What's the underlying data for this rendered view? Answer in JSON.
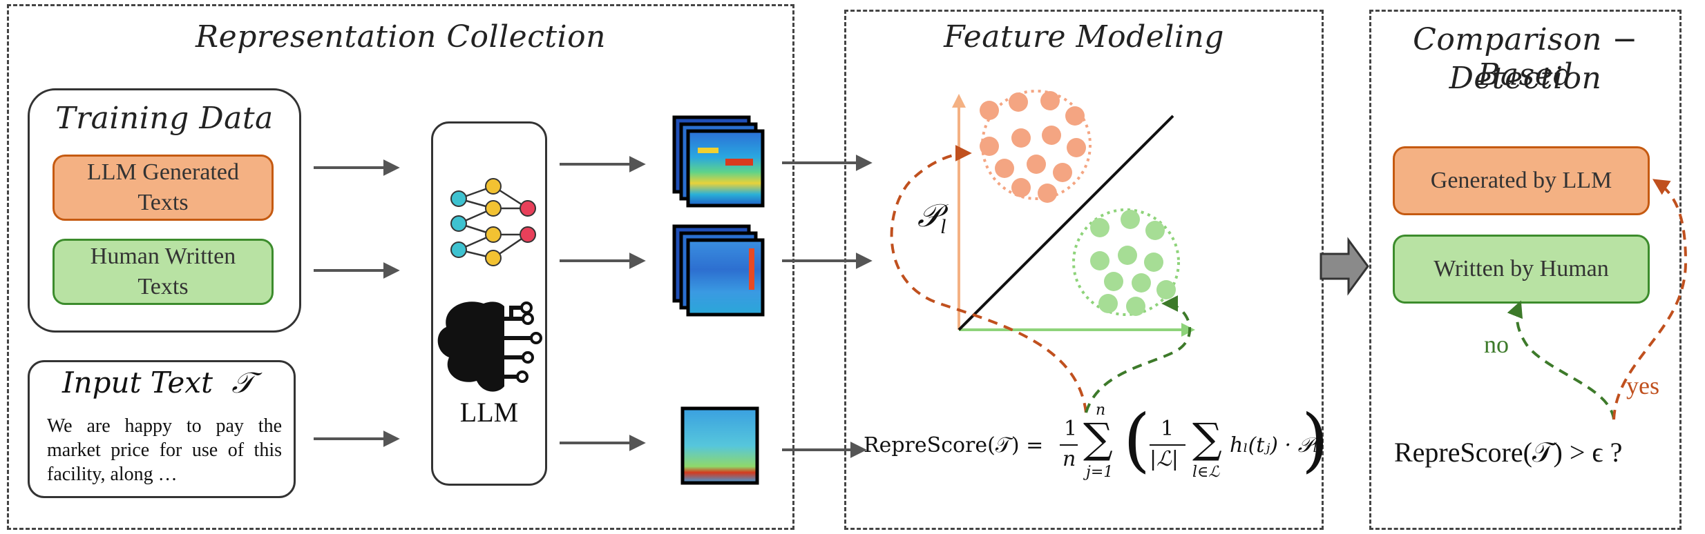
{
  "panels": {
    "collection": "Representation Collection",
    "modeling": "Feature Modeling",
    "detection_line1": "Comparison − Based",
    "detection_line2": "Detection"
  },
  "training": {
    "title": "Training Data",
    "generated": "LLM Generated Texts",
    "human": "Human Written Texts"
  },
  "input": {
    "title": "Input Text",
    "symbol": "𝒯",
    "text": "We are happy to pay the market price for use of this facility, along …"
  },
  "llm_label": "LLM",
  "projection_label": "𝒫",
  "projection_sub": "l",
  "formula": {
    "lhs": "RepreScore(𝒯) =",
    "frac1_num": "1",
    "frac1_den": "n",
    "sum_top": "n",
    "sum_bottom": "j=1",
    "frac2_num": "1",
    "frac2_den": "|ℒ|",
    "sum2_bottom": "l∈ℒ",
    "term": "hₗ(tⱼ) · 𝒫ₗ"
  },
  "results": {
    "generated": "Generated by LLM",
    "human": "Written by Human",
    "no": "no",
    "yes": "yes",
    "criterion": "RepreScore(𝒯) > ϵ ?"
  },
  "colors": {
    "orange_fill": "#f4b183",
    "orange_border": "#c55a11",
    "green_fill": "#b8e2a3",
    "green_border": "#3c8c2c",
    "dots_orange": "#f4a582",
    "dots_green": "#a6dd95",
    "arrow_gray": "#555555",
    "dashed_orange": "#c0501e",
    "dashed_green": "#3d7a2a"
  }
}
